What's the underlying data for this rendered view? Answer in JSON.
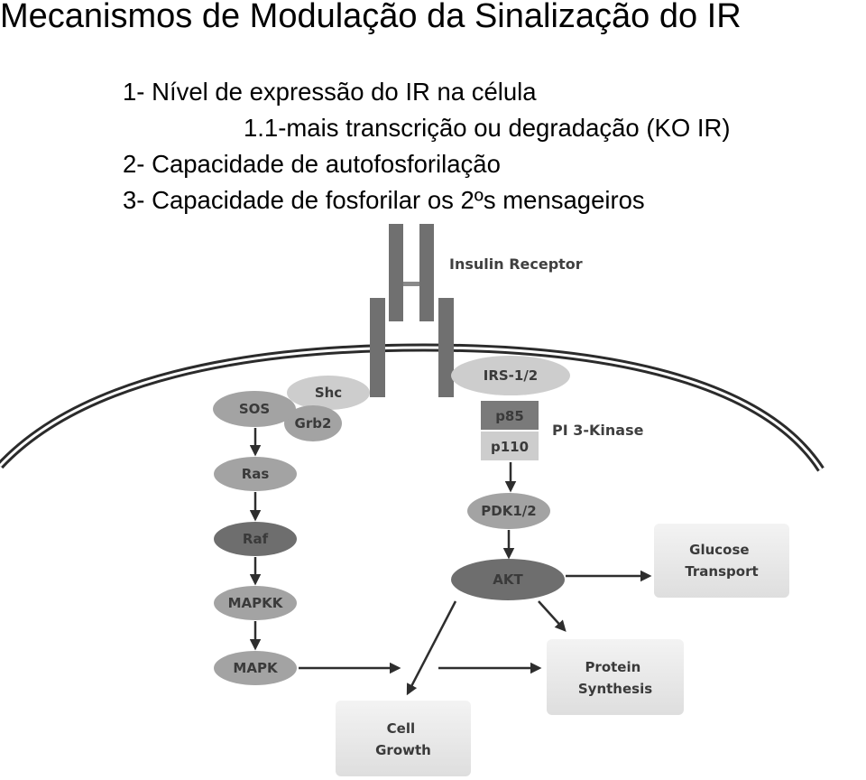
{
  "slide": {
    "title": "Mecanismos de Modulação da Sinalização do IR",
    "bullets": [
      "1- Nível de expressão do IR na célula",
      "1.1-mais transcrição ou degradação (KO IR)",
      "2- Capacidade de autofosforilação",
      "3- Capacidade de fosforilar os 2ºs mensageiros"
    ]
  },
  "diagram": {
    "receptor_label": "Insulin Receptor",
    "pi3k_label": "PI 3-Kinase",
    "nodes": {
      "shc": "Shc",
      "grb2": "Grb2",
      "sos": "SOS",
      "ras": "Ras",
      "raf": "Raf",
      "mapkk": "MAPKK",
      "mapk": "MAPK",
      "irs": "IRS-1/2",
      "p85": "p85",
      "p110": "p110",
      "pdk": "PDK1/2",
      "akt": "AKT"
    },
    "outputs": {
      "glucose": [
        "Glucose",
        "Transport"
      ],
      "protein": [
        "Protein",
        "Synthesis"
      ],
      "cell": [
        "Cell",
        "Growth"
      ]
    },
    "colors": {
      "dark": "#6e6e6e",
      "medium": "#a3a3a3",
      "light": "#cdcdcd",
      "box": "#e6e6e6",
      "receptor": "#707070"
    }
  }
}
